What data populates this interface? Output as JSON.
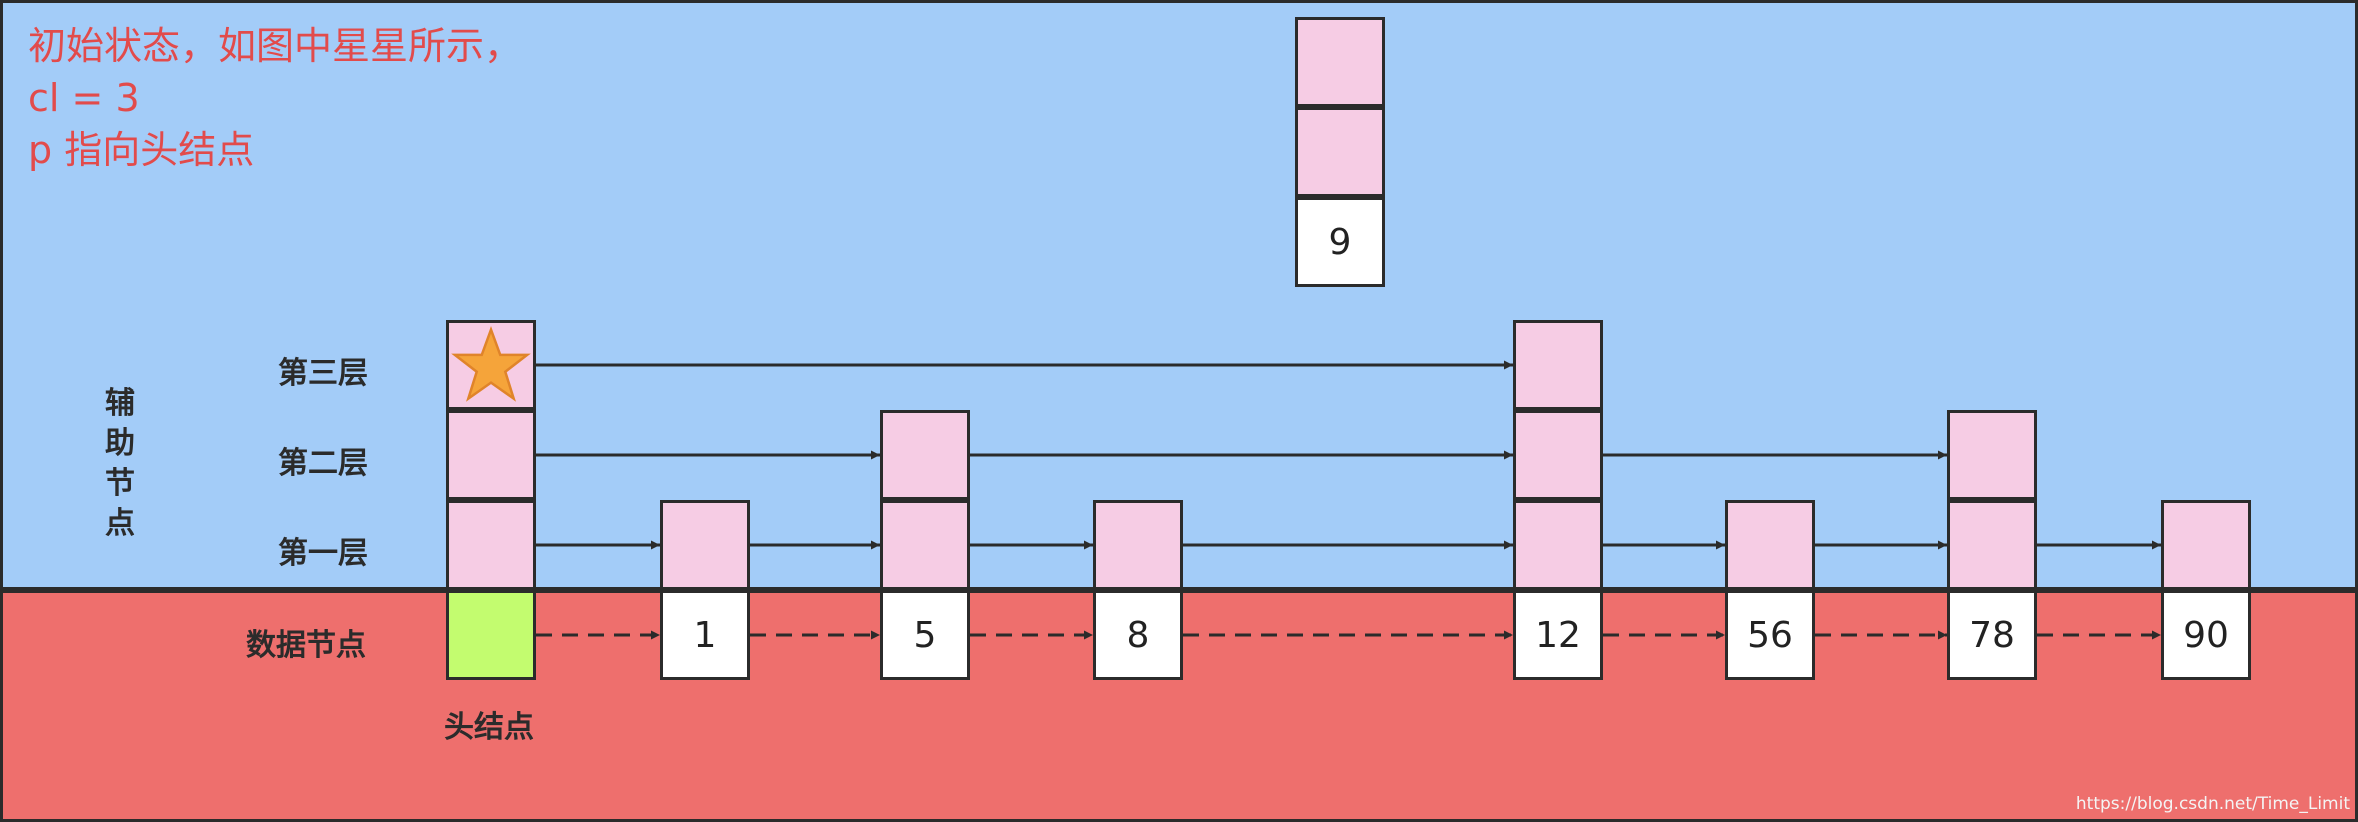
{
  "note": {
    "line1": "初始状态，如图中星星所示，",
    "line2": "cl = 3",
    "line3": "p 指向头结点"
  },
  "side_label": [
    "辅",
    "助",
    "节",
    "点"
  ],
  "layer_labels": {
    "level3": "第三层",
    "level2": "第二层",
    "level1": "第一层",
    "data": "数据节点"
  },
  "head_label": "头结点",
  "new_node_value": "9",
  "nodes": [
    {
      "value": "1",
      "levels": 1
    },
    {
      "value": "5",
      "levels": 2
    },
    {
      "value": "8",
      "levels": 1
    },
    {
      "value": "12",
      "levels": 3
    },
    {
      "value": "56",
      "levels": 1
    },
    {
      "value": "78",
      "levels": 2
    },
    {
      "value": "90",
      "levels": 1
    }
  ],
  "head_levels": 3,
  "colors": {
    "aux_band": "#a3ccf8",
    "data_band": "#ee6f6d",
    "index_cell": "#f6cce4",
    "head_data_cell": "#c3fc6f",
    "star": "#f5a43a",
    "note_text": "#e24b4b"
  },
  "icons": {
    "current_position": "star-icon"
  },
  "watermark": "https://blog.csdn.net/Time_Limit"
}
